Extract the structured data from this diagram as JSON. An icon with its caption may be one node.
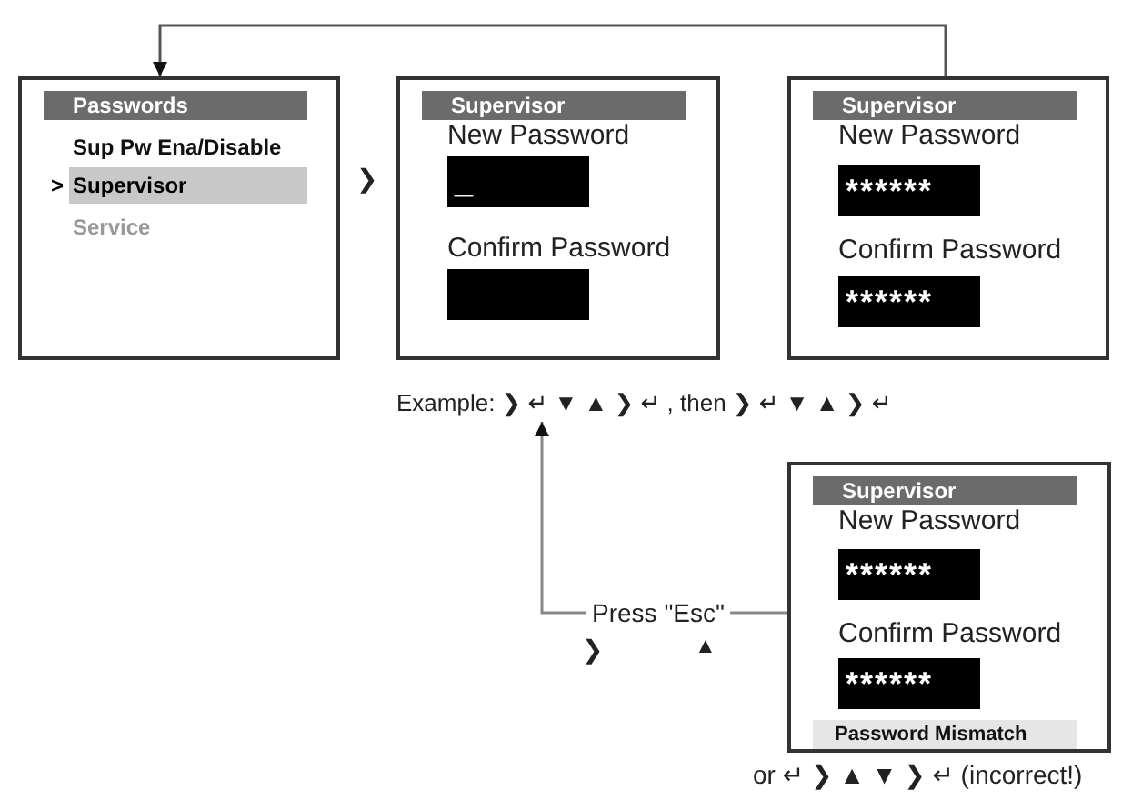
{
  "diagram": {
    "nodes": [
      {
        "text": [
          "Passwords",
          "Sup Pw Ena/Disable",
          ">",
          "Supervisor",
          "Service"
        ]
      },
      {
        "text": [
          "Supervisor",
          "New Password",
          "Confirm Password"
        ]
      },
      {
        "text": [
          "_"
        ],
        "in": 1
      },
      {
        "text": [],
        "shape": "box",
        "in": 1
      },
      {
        "text": [
          "Supervisor",
          "New Password",
          "Confirm Password"
        ]
      },
      {
        "text": [
          "******"
        ],
        "in": 4
      },
      {
        "text": [
          "******"
        ],
        "in": 4
      },
      {
        "text": [
          "Supervisor",
          "New Password",
          "Confirm Password",
          "Password Mismatch"
        ]
      },
      {
        "text": [
          "******"
        ],
        "in": 7
      },
      {
        "text": [
          "******"
        ],
        "in": 7
      },
      {
        "text": [
          "Example: ❯ ↵ ▼ ▲ ❯ ↵ , then ❯ ↵ ▼ ▲ ❯ ↵"
        ]
      }
    ],
    "edges": [
      {
        "from": 4,
        "to": 0,
        "arrow": "to"
      },
      {
        "from": 7,
        "to": 10,
        "arrow": "to",
        "label": "Press \"Esc\""
      }
    ],
    "labels": [
      "❯",
      "❯",
      "▲",
      "or ↵ ❯ ▲ ▼ ❯ ↵ (incorrect!)"
    ]
  }
}
